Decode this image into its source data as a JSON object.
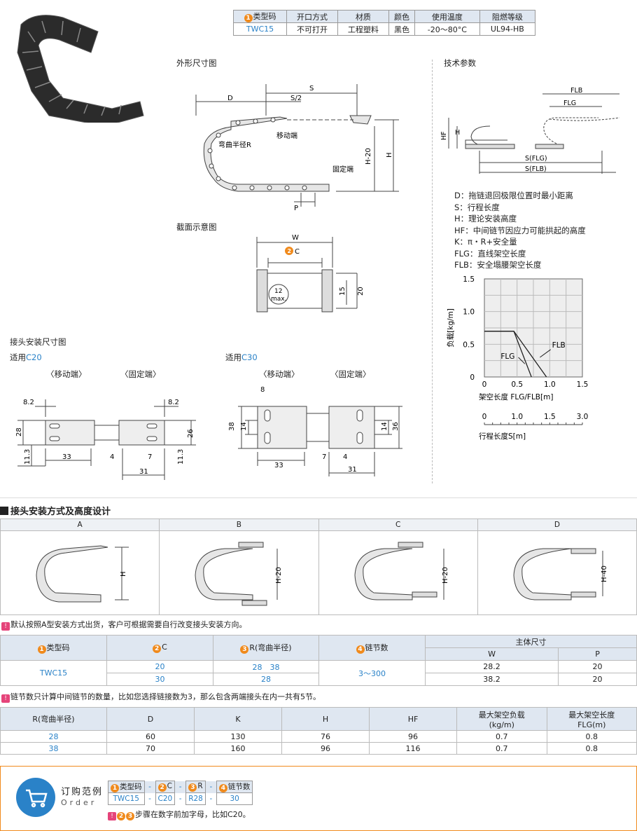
{
  "spec_table": {
    "headers": [
      "类型码",
      "开口方式",
      "材质",
      "颜色",
      "使用温度",
      "阻燃等级"
    ],
    "values": [
      "TWC15",
      "不可打开",
      "工程塑料",
      "黑色",
      "-20～80°C",
      "UL94-HB"
    ]
  },
  "labels": {
    "outline": "外形尺寸图",
    "tech": "技术参数",
    "section": "截面示意图",
    "joint": "接头安装尺寸图",
    "c20": "适用C20",
    "c30": "适用C30",
    "moving": "〈移动端〉",
    "fixed": "〈固定端〉",
    "bend_radius": "弯曲半径R",
    "moving_end": "移动端",
    "fixed_end": "固定端",
    "max12": "12",
    "max": "max."
  },
  "dims": {
    "D": "D",
    "S2": "S/2",
    "S": "S",
    "H20": "H-20",
    "H": "H",
    "P": "P",
    "W": "W",
    "C": "C",
    "d15": "15",
    "d20": "20",
    "d82": "8.2",
    "d28": "28",
    "d113": "11.3",
    "d33": "33",
    "d4": "4",
    "d7": "7",
    "d31": "31",
    "d26": "26",
    "d8": "8",
    "d38": "38",
    "d14": "14",
    "d36": "36",
    "FLB": "FLB",
    "FLG": "FLG",
    "HF": "HF",
    "SFLG": "S(FLG)",
    "SFLB": "S(FLB)"
  },
  "definitions": [
    "D：拖链退回极限位置时最小距离",
    "S：行程长度",
    "H：理论安装高度",
    "HF：中间链节因应力可能拱起的高度",
    "K：π・R+安全量",
    "FLG：直线架空长度",
    "FLB：安全塌腰架空长度"
  ],
  "chart_data": {
    "type": "line",
    "ylabel": "负载[kg/m]",
    "xlabel": "架空长度 FLG/FLB[m]",
    "x2label": "行程长度S[m]",
    "yticks": [
      "1.5",
      "1.0",
      "0.5",
      "0"
    ],
    "xticks": [
      "0",
      "0.5",
      "1.0",
      "1.5"
    ],
    "x2ticks": [
      "0",
      "1.0",
      "1.5",
      "3.0"
    ],
    "ylim": [
      0,
      1.5
    ],
    "xlim": [
      0,
      1.5
    ],
    "series": [
      {
        "name": "FLB",
        "x": [
          0,
          0.45,
          0.95
        ],
        "y": [
          0.7,
          0.7,
          0
        ]
      },
      {
        "name": "FLG",
        "x": [
          0,
          0.45,
          0.72
        ],
        "y": [
          0.7,
          0.7,
          0
        ]
      }
    ]
  },
  "install": {
    "title": "接头安装方式及高度设计",
    "types": [
      "A",
      "B",
      "C",
      "D"
    ],
    "heights": [
      "H",
      "H-20",
      "H-20",
      "H-40"
    ]
  },
  "note1": "默认按照A型安装方式出货，客户可根据需要自行改变接头安装方向。",
  "table2": {
    "h_type": "类型码",
    "h_c": "C",
    "h_r": "R(弯曲半径)",
    "h_n": "链节数",
    "h_main": "主体尺寸",
    "h_w": "W",
    "h_p": "P",
    "type": "TWC15",
    "rows": [
      {
        "c": "20",
        "r": "28　38",
        "w": "28.2",
        "p": "20"
      },
      {
        "c": "30",
        "r": "28",
        "w": "38.2",
        "p": "20"
      }
    ],
    "n": "3～300"
  },
  "note2": "链节数只计算中间链节的数量，比如您选择链接数为3，那么包含两端接头在内一共有5节。",
  "table3": {
    "headers": [
      "R(弯曲半径)",
      "D",
      "K",
      "H",
      "HF",
      "最大架空负载",
      "(kg/m)",
      "最大架空长度",
      "FLG(m)"
    ],
    "rows": [
      [
        "28",
        "60",
        "130",
        "76",
        "96",
        "0.7",
        "0.8"
      ],
      [
        "38",
        "70",
        "160",
        "96",
        "116",
        "0.7",
        "0.8"
      ]
    ]
  },
  "order": {
    "title": "订购范例",
    "sub": "Order",
    "h": [
      "类型码",
      "C",
      "R",
      "链节数"
    ],
    "v": [
      "TWC15",
      "C20",
      "R28",
      "30"
    ],
    "sep": "-",
    "note": "步骤在数字前加字母，比如C20。",
    "note_example": "C20"
  },
  "colors": {
    "accent": "#f08a1c",
    "blue": "#2a82c8",
    "header": "#dfe7f1"
  }
}
